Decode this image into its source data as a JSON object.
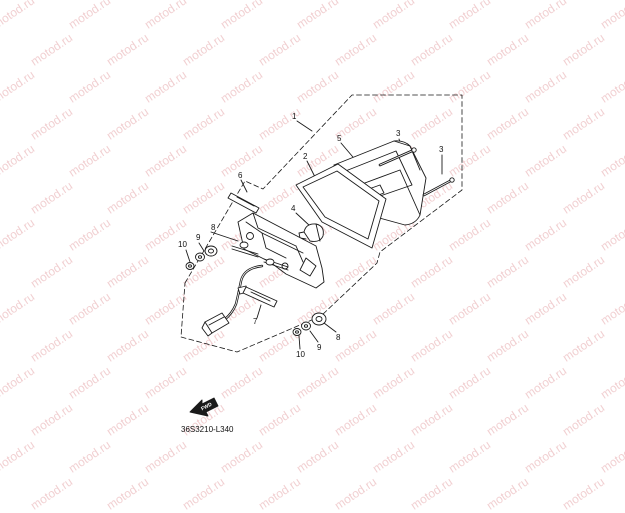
{
  "watermark": {
    "text": "motod.ru"
  },
  "callouts": {
    "c1": "1",
    "c2": "2",
    "c3a": "3",
    "c3b": "3",
    "c4": "4",
    "c5": "5",
    "c6": "6",
    "c7": "7",
    "c8a": "8",
    "c8b": "8",
    "c9a": "9",
    "c9b": "9",
    "c10a": "10",
    "c10b": "10"
  },
  "footer": {
    "code": "36S3210-L340"
  },
  "fwd": {
    "label": "FWD"
  },
  "colors": {
    "line": "#1a1a1a",
    "watermark": "#e6a9ac"
  }
}
